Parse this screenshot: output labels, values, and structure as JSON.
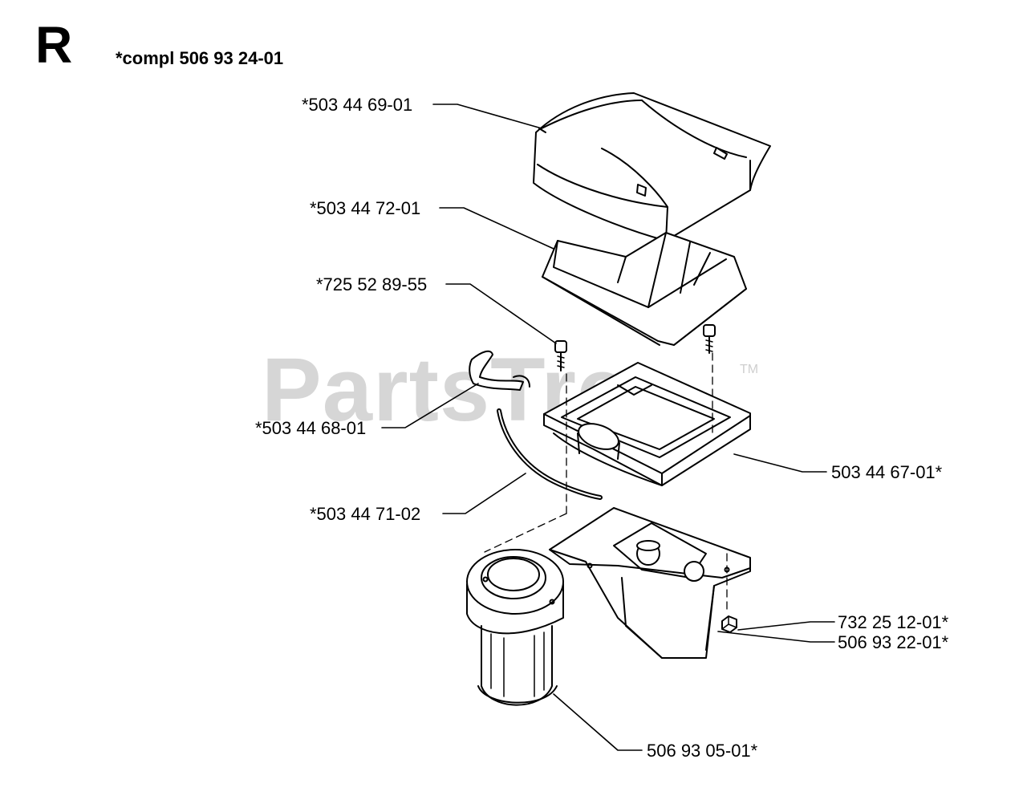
{
  "header": {
    "section_letter": "R",
    "complete_kit": "*compl 506 93 24-01"
  },
  "watermark": {
    "text": "PartsTree",
    "trademark": "TM"
  },
  "parts": [
    {
      "id": "air-filter-cover",
      "number": "*503 44 69-01"
    },
    {
      "id": "filter-element",
      "number": "*503 44 72-01"
    },
    {
      "id": "screw-upper",
      "number": "*725 52 89-55"
    },
    {
      "id": "clip",
      "number": "*503 44 68-01"
    },
    {
      "id": "hose",
      "number": "*503 44 71-02"
    },
    {
      "id": "filter-holder",
      "number": "503 44 67-01*"
    },
    {
      "id": "nut",
      "number": "732 25 12-01*"
    },
    {
      "id": "intake-adapter",
      "number": "506 93 22-01*"
    },
    {
      "id": "pre-filter",
      "number": "506 93 05-01*"
    }
  ]
}
